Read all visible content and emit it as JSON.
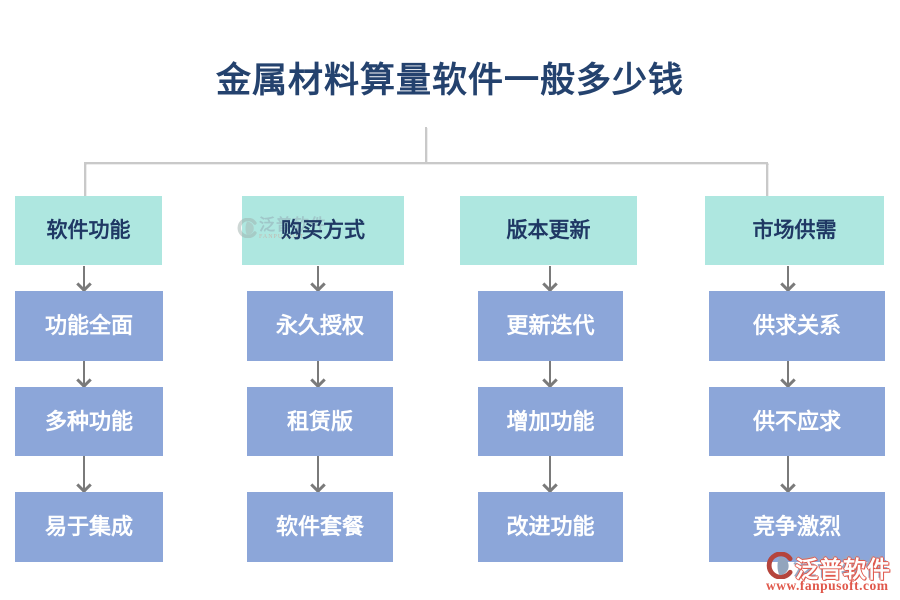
{
  "title": "金属材料算量软件一般多少钱",
  "columns": [
    {
      "header": "软件功能",
      "items": [
        "功能全面",
        "多种功能",
        "易于集成"
      ]
    },
    {
      "header": "购买方式",
      "items": [
        "永久授权",
        "租赁版",
        "软件套餐"
      ]
    },
    {
      "header": "版本更新",
      "items": [
        "更新迭代",
        "增加功能",
        "改进功能"
      ]
    },
    {
      "header": "市场供需",
      "items": [
        "供求关系",
        "供不应求",
        "竞争激烈"
      ]
    }
  ],
  "watermark": {
    "brand": "泛普软件",
    "sub": "FANPU SOFT"
  },
  "logo": {
    "brand": "泛普软件",
    "url": "www.fanpusoft.com"
  },
  "colors": {
    "header_fill": "#aee7e0",
    "node_fill": "#8ca6d9",
    "title_text": "#24426e",
    "box_header_text": "#1f3864",
    "node_text": "#ffffff",
    "arrow": "#7a7a7a",
    "connector": "#c9c9c9",
    "brand_red": "#e0584b",
    "brand_gray": "#98a9c4"
  }
}
